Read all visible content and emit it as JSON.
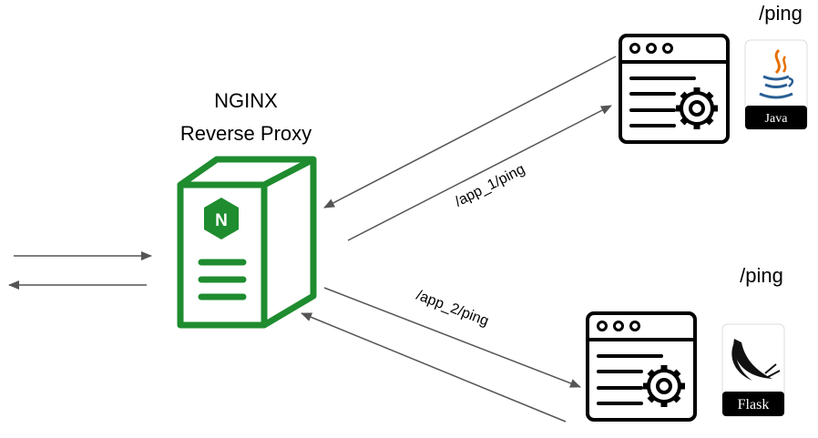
{
  "proxy": {
    "title_line1": "NGINX",
    "title_line2": "Reverse Proxy",
    "badge_letter": "N",
    "icon": "nginx-server-icon",
    "color": "#1e8c2f"
  },
  "app1": {
    "endpoint": "/ping",
    "route": "/app_1/ping",
    "icon": "app-window-gear-icon",
    "logo_label": "Java",
    "logo_icon": "java-coffee-cup-icon"
  },
  "app2": {
    "endpoint": "/ping",
    "route": "/app_2/ping",
    "icon": "app-window-gear-icon",
    "logo_label": "Flask",
    "logo_icon": "flask-horn-icon"
  },
  "colors": {
    "arrow": "#555555",
    "outline": "#000000"
  }
}
